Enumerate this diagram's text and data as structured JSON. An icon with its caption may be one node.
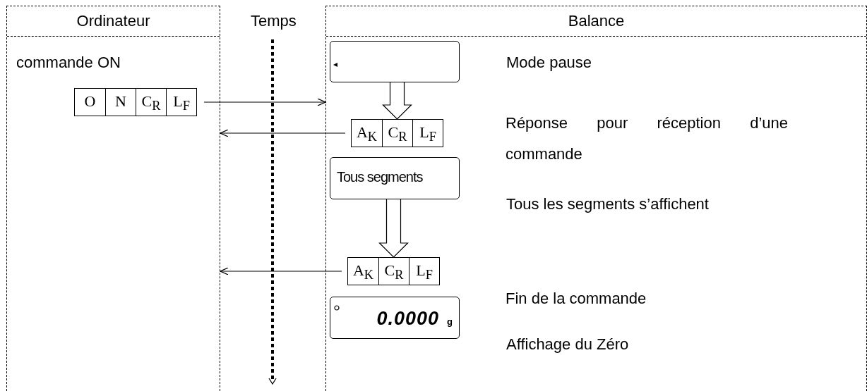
{
  "diagram": {
    "nodes": [
      {
        "text": [
          "Ordinateur"
        ]
      },
      {
        "text": [
          "Balance"
        ]
      },
      {
        "text": [
          "O",
          "N",
          "C$_{R}$",
          "L$_{F}$"
        ],
        "in": 0,
        "beside": [
          "commande ON"
        ]
      },
      {
        "text": [],
        "shape": "box",
        "in": 1,
        "beside": [
          "Mode pause"
        ]
      },
      {
        "text": [
          "A$_{K}$",
          "C$_{R}$",
          "L$_{F}$"
        ],
        "in": 1
      },
      {
        "text": [
          "Tous segments"
        ],
        "in": 1,
        "beside": [
          "Tous les segments s’affichent"
        ]
      },
      {
        "text": [
          "A$_{K}$",
          "C$_{R}$",
          "L$_{F}$"
        ],
        "in": 1
      },
      {
        "text": [
          "0.0000",
          "g"
        ],
        "in": 1,
        "beside": [
          "Affichage du Zéro"
        ]
      }
    ],
    "edges": [
      {
        "from": 2,
        "to": 1,
        "arrow": "to"
      },
      {
        "from": 3,
        "to": 4,
        "arrow": "to",
        "style": "thick"
      },
      {
        "from": 4,
        "to": 0,
        "arrow": "to"
      },
      {
        "from": 5,
        "to": 6,
        "arrow": "to",
        "style": "thick"
      },
      {
        "from": 6,
        "to": 0,
        "arrow": "to"
      }
    ],
    "labels": [
      "Temps",
      "Réponse pour réception d’une commande",
      "Fin de la commande"
    ]
  }
}
